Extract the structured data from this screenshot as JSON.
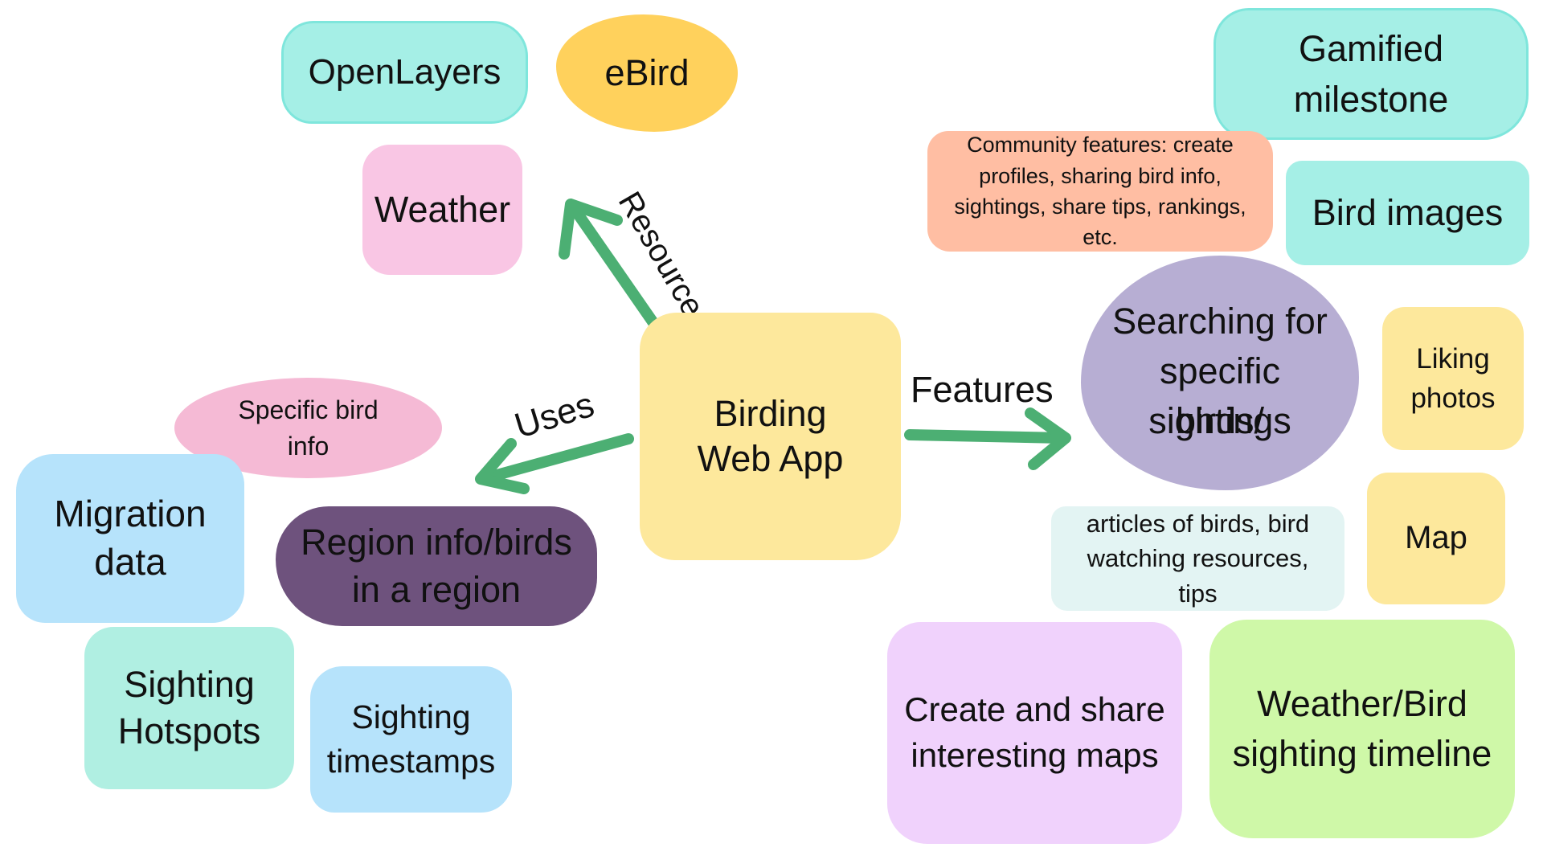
{
  "colors": {
    "arrow": "#4caf73",
    "teal": "#a5efe6",
    "yellow_orange": "#ffd15c",
    "pink": "#f9c6e4",
    "salmon": "#ffbea3",
    "lavender": "#b7aed3",
    "light_yellow": "#fde89c",
    "light_pink": "#f5bad5",
    "light_blue": "#b6e3fb",
    "purple": "#6e527d",
    "mint": "#b0efe2",
    "pale_teal": "#e3f4f3",
    "lilac": "#f0d2fc",
    "lime": "#cff8a8"
  },
  "center": {
    "label": "Birding Web App"
  },
  "connectors": {
    "resources": "Resources",
    "uses": "Uses",
    "features": "Features"
  },
  "resources": {
    "openlayers": "OpenLayers",
    "ebird": "eBird",
    "weather": "Weather"
  },
  "uses": {
    "specific_bird_info": "Specific bird info",
    "migration_data": "Migration data",
    "region_info": "Region info/birds in a region",
    "sighting_hotspots": "Sighting Hotspots",
    "sighting_timestamps": "Sighting timestamps"
  },
  "features": {
    "gamified_milestone": "Gamified milestone",
    "community_features": "Community features: create profiles, sharing bird info, sightings, share tips, rankings, etc.",
    "bird_images": "Bird images",
    "searching_for": "Searching for specific",
    "overlap_a": "birds/",
    "overlap_b": "sightings",
    "liking_photos": "Liking photos",
    "articles": "articles of birds, bird watching resources, tips",
    "map": "Map",
    "create_share_maps": "Create and share interesting maps",
    "weather_timeline": "Weather/Bird sighting timeline"
  }
}
